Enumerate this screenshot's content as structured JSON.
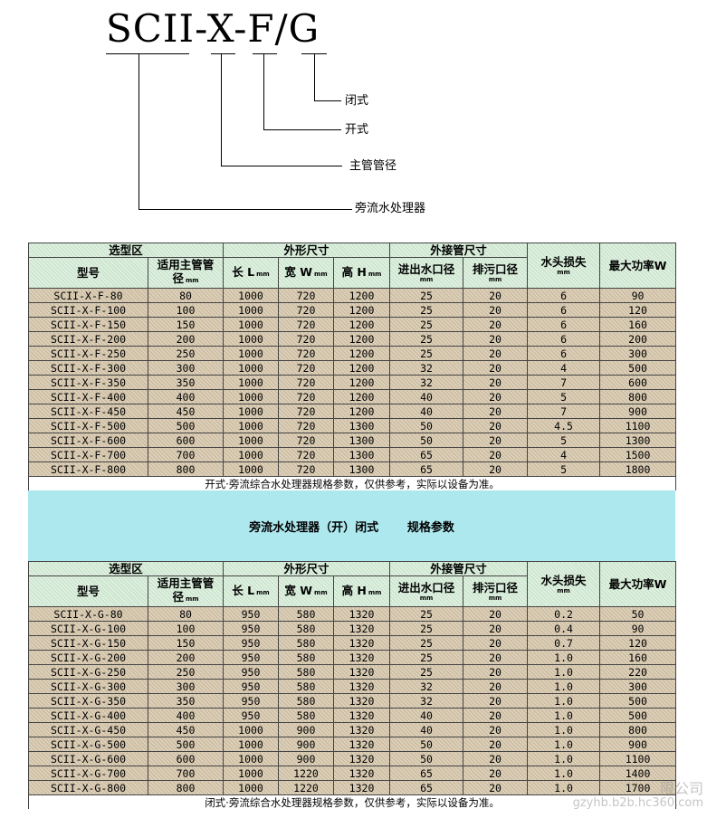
{
  "diagram": {
    "model_code": "SCII-X-F/G",
    "labels": {
      "closed": "闭式",
      "open": "开式",
      "pipe_diameter": "主管管径",
      "processor": "旁流水处理器"
    }
  },
  "headers": {
    "group_selection": "选型区",
    "group_dimensions": "外形尺寸",
    "group_connections": "外接管尺寸",
    "model": "型号",
    "main_pipe_dia": "适用主管管",
    "main_pipe_dia_2": "径",
    "length": "长 L",
    "width": "宽 W",
    "height": "高 H",
    "inlet_outlet": "进出水口径",
    "drain": "排污口径",
    "head_loss": "水头损失",
    "max_power": "最大功率W",
    "unit_mm": "mm"
  },
  "table_open": {
    "rows": [
      [
        "SCII-X-F-80",
        "80",
        "1000",
        "720",
        "1200",
        "25",
        "20",
        "6",
        "90"
      ],
      [
        "SCII-X-F-100",
        "100",
        "1000",
        "720",
        "1200",
        "25",
        "20",
        "6",
        "120"
      ],
      [
        "SCII-X-F-150",
        "150",
        "1000",
        "720",
        "1200",
        "25",
        "20",
        "6",
        "160"
      ],
      [
        "SCII-X-F-200",
        "200",
        "1000",
        "720",
        "1200",
        "25",
        "20",
        "6",
        "200"
      ],
      [
        "SCII-X-F-250",
        "250",
        "1000",
        "720",
        "1200",
        "25",
        "20",
        "6",
        "300"
      ],
      [
        "SCII-X-F-300",
        "300",
        "1000",
        "720",
        "1200",
        "32",
        "20",
        "4",
        "500"
      ],
      [
        "SCII-X-F-350",
        "350",
        "1000",
        "720",
        "1200",
        "32",
        "20",
        "7",
        "600"
      ],
      [
        "SCII-X-F-400",
        "400",
        "1000",
        "720",
        "1200",
        "40",
        "20",
        "5",
        "800"
      ],
      [
        "SCII-X-F-450",
        "450",
        "1000",
        "720",
        "1200",
        "40",
        "20",
        "7",
        "900"
      ],
      [
        "SCII-X-F-500",
        "500",
        "1000",
        "720",
        "1300",
        "50",
        "20",
        "4.5",
        "1100"
      ],
      [
        "SCII-X-F-600",
        "600",
        "1000",
        "720",
        "1300",
        "50",
        "20",
        "5",
        "1300"
      ],
      [
        "SCII-X-F-700",
        "700",
        "1000",
        "720",
        "1300",
        "65",
        "20",
        "4",
        "1500"
      ],
      [
        "SCII-X-F-800",
        "800",
        "1000",
        "720",
        "1300",
        "65",
        "20",
        "5",
        "1800"
      ]
    ],
    "note": "开式·旁流综合水处理器规格参数，仅供参考，实际以设备为准。"
  },
  "band": {
    "title": "旁流水处理器（开）闭式",
    "subtitle": "规格参数"
  },
  "table_closed": {
    "rows": [
      [
        "SCII-X-G-80",
        "80",
        "950",
        "580",
        "1320",
        "25",
        "20",
        "0.2",
        "50"
      ],
      [
        "SCII-X-G-100",
        "100",
        "950",
        "580",
        "1320",
        "25",
        "20",
        "0.4",
        "90"
      ],
      [
        "SCII-X-G-150",
        "150",
        "950",
        "580",
        "1320",
        "25",
        "20",
        "0.7",
        "120"
      ],
      [
        "SCII-X-G-200",
        "200",
        "950",
        "580",
        "1320",
        "25",
        "20",
        "1.0",
        "160"
      ],
      [
        "SCII-X-G-250",
        "250",
        "950",
        "580",
        "1320",
        "25",
        "20",
        "1.0",
        "220"
      ],
      [
        "SCII-X-G-300",
        "300",
        "950",
        "580",
        "1320",
        "32",
        "20",
        "1.0",
        "300"
      ],
      [
        "SCII-X-G-350",
        "350",
        "950",
        "580",
        "1320",
        "32",
        "20",
        "1.0",
        "500"
      ],
      [
        "SCII-X-G-400",
        "400",
        "950",
        "580",
        "1320",
        "40",
        "20",
        "1.0",
        "500"
      ],
      [
        "SCII-X-G-450",
        "450",
        "1000",
        "900",
        "1320",
        "40",
        "20",
        "1.0",
        "800"
      ],
      [
        "SCII-X-G-500",
        "500",
        "1000",
        "900",
        "1320",
        "50",
        "20",
        "1.0",
        "900"
      ],
      [
        "SCII-X-G-600",
        "600",
        "1000",
        "900",
        "1320",
        "50",
        "20",
        "1.0",
        "1100"
      ],
      [
        "SCII-X-G-700",
        "700",
        "1000",
        "1220",
        "1320",
        "65",
        "20",
        "1.0",
        "1400"
      ],
      [
        "SCII-X-G-800",
        "800",
        "1000",
        "1220",
        "1320",
        "65",
        "20",
        "1.0",
        "1700"
      ]
    ],
    "note": "闭式·旁流综合水处理器规格参数，仅供参考，实际以设备为准。"
  },
  "watermark": {
    "line1": "限公司",
    "line2": "gzyhb.b2b.hc360.com"
  }
}
